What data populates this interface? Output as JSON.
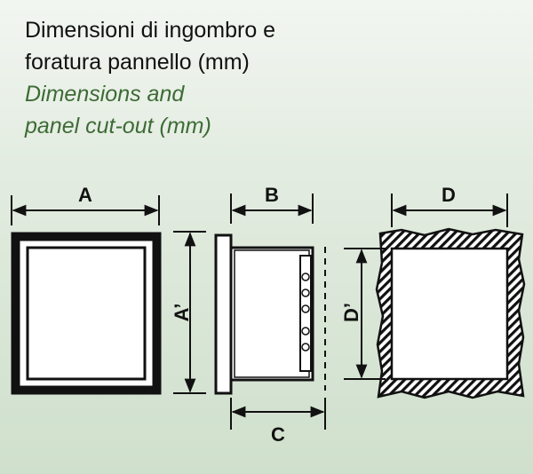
{
  "title_it": [
    "Dimensioni di ingombro e",
    "foratura pannello (mm)"
  ],
  "title_en": [
    "Dimensions and",
    "panel cut-out (mm)"
  ],
  "labels": {
    "a": "A",
    "a_prime": "A’",
    "b": "B",
    "c": "C",
    "d": "D",
    "d_prime": "D’"
  },
  "colors": {
    "title": "#111111",
    "subtitle": "#3d6b35",
    "line": "#111111",
    "background": "#dce8d9"
  }
}
